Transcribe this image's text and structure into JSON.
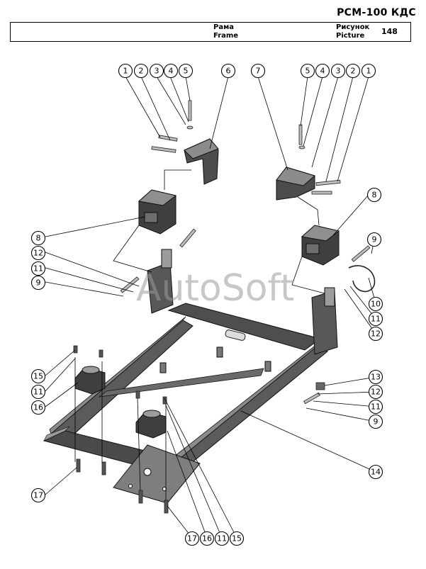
{
  "header": {
    "model": "РСМ-100 КДС",
    "title_ru": "Рама",
    "title_en": "Frame",
    "picture_ru": "Рисунок",
    "picture_en": "Picture",
    "picture_number": "148"
  },
  "watermark": "AutoSoft",
  "callouts": [
    {
      "id": "c1a",
      "label": "1"
    },
    {
      "id": "c2a",
      "label": "2"
    },
    {
      "id": "c3a",
      "label": "3"
    },
    {
      "id": "c4a",
      "label": "4"
    },
    {
      "id": "c5a",
      "label": "5"
    },
    {
      "id": "c6",
      "label": "6"
    },
    {
      "id": "c7",
      "label": "7"
    },
    {
      "id": "c5b",
      "label": "5"
    },
    {
      "id": "c4b",
      "label": "4"
    },
    {
      "id": "c3b",
      "label": "3"
    },
    {
      "id": "c2b",
      "label": "2"
    },
    {
      "id": "c1b",
      "label": "1"
    },
    {
      "id": "c8a",
      "label": "8"
    },
    {
      "id": "c8b",
      "label": "8"
    },
    {
      "id": "c12a",
      "label": "12"
    },
    {
      "id": "c11a",
      "label": "11"
    },
    {
      "id": "c9a",
      "label": "9"
    },
    {
      "id": "c9b",
      "label": "9"
    },
    {
      "id": "c10",
      "label": "10"
    },
    {
      "id": "c11b",
      "label": "11"
    },
    {
      "id": "c12b",
      "label": "12"
    },
    {
      "id": "c15a",
      "label": "15"
    },
    {
      "id": "c11c",
      "label": "11"
    },
    {
      "id": "c16a",
      "label": "16"
    },
    {
      "id": "c13",
      "label": "13"
    },
    {
      "id": "c12c",
      "label": "12"
    },
    {
      "id": "c11d",
      "label": "11"
    },
    {
      "id": "c9c",
      "label": "9"
    },
    {
      "id": "c14",
      "label": "14"
    },
    {
      "id": "c17a",
      "label": "17"
    },
    {
      "id": "c17b",
      "label": "17"
    },
    {
      "id": "c16b",
      "label": "16"
    },
    {
      "id": "c11e",
      "label": "11"
    },
    {
      "id": "c15b",
      "label": "15"
    }
  ]
}
